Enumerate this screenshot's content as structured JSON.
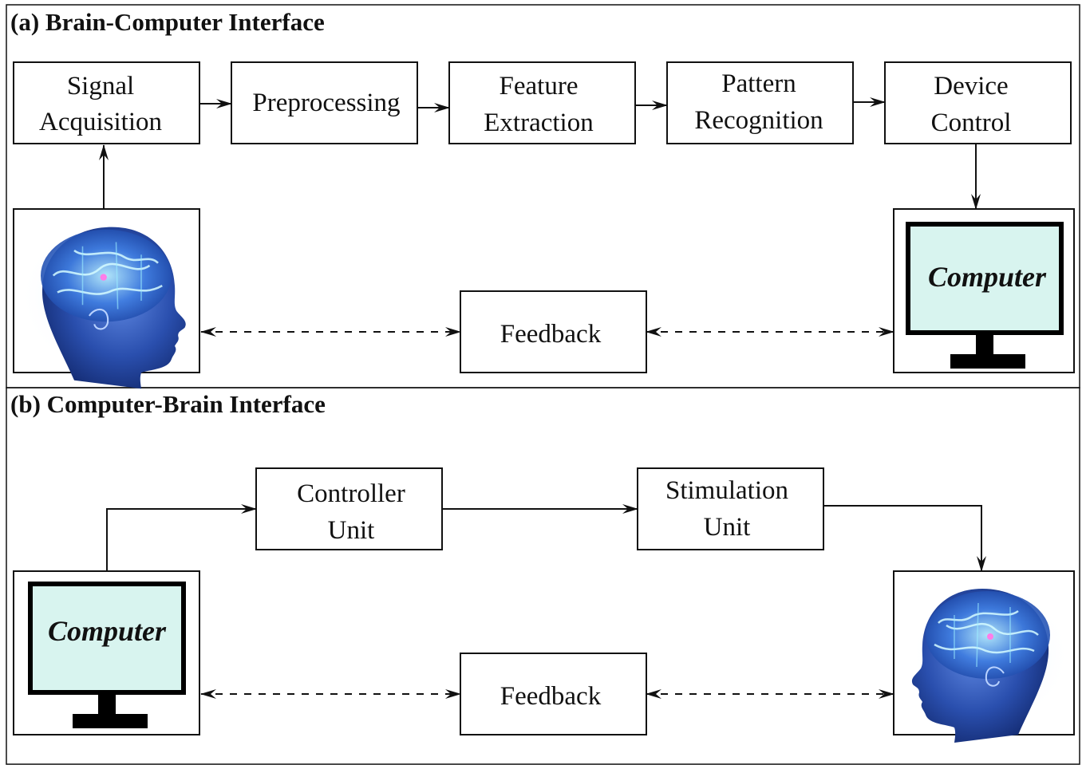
{
  "panel_a": {
    "title": "(a) Brain-Computer Interface",
    "steps": [
      {
        "lines": [
          "Signal",
          "Acquisition"
        ]
      },
      {
        "lines": [
          "Preprocessing"
        ]
      },
      {
        "lines": [
          "Feature",
          "Extraction"
        ]
      },
      {
        "lines": [
          "Pattern",
          "Recognition"
        ]
      },
      {
        "lines": [
          "Device",
          "Control"
        ]
      }
    ],
    "computer_label": "Computer",
    "feedback_label": "Feedback"
  },
  "panel_b": {
    "title": "(b) Computer-Brain Interface",
    "controller_lines": [
      "Controller",
      "Unit"
    ],
    "stimulation_lines": [
      "Stimulation",
      "Unit"
    ],
    "computer_label": "Computer",
    "feedback_label": "Feedback"
  },
  "colors": {
    "screen": "#d8f4ef",
    "monitor": "#000000",
    "head_dark": "#0f2a78",
    "head_mid": "#2f56b5",
    "brain_glow": "#7fe0ff"
  }
}
